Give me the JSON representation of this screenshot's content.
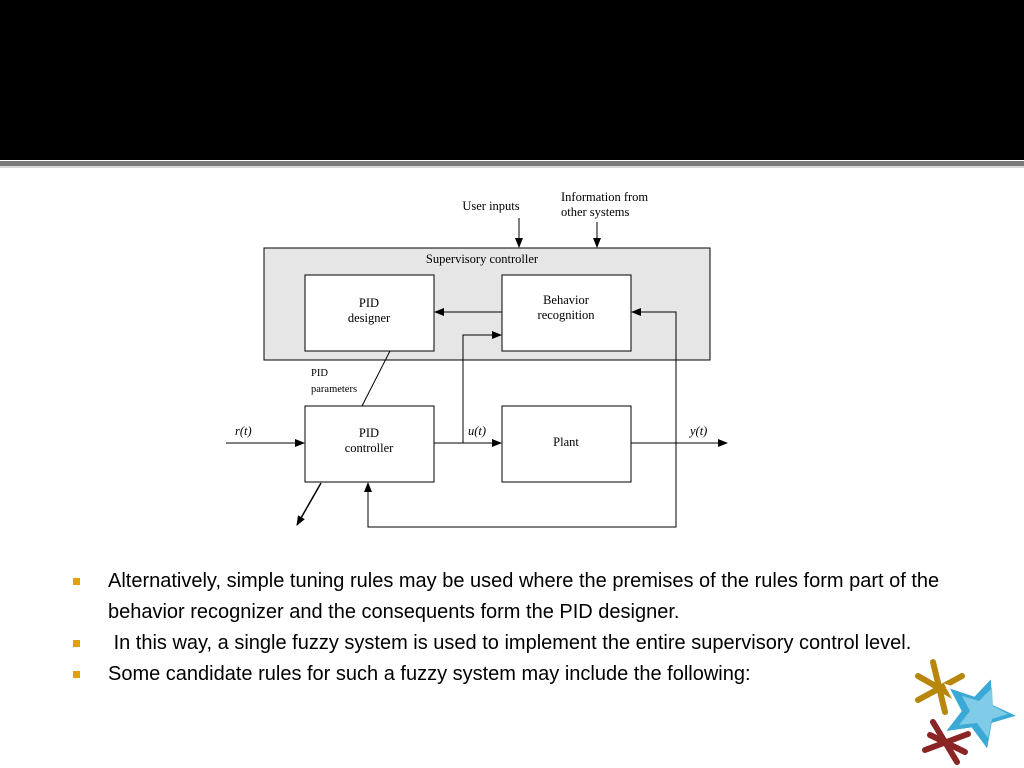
{
  "diagram": {
    "user_inputs": "User inputs",
    "information_from": "Information from",
    "other_systems": "other systems",
    "supervisory_controller": "Supervisory controller",
    "pid_designer_line1": "PID",
    "pid_designer_line2": "designer",
    "behavior_recognition_line1": "Behavior",
    "behavior_recognition_line2": "recognition",
    "pid_parameters_line1": "PID",
    "pid_parameters_line2": "parameters",
    "pid_controller_line1": "PID",
    "pid_controller_line2": "controller",
    "plant": "Plant",
    "r_t": "r(t)",
    "u_t": "u(t)",
    "y_t": "y(t)"
  },
  "bullets": [
    "Alternatively, simple tuning rules may be used where the premises of the rules form part of the behavior recognizer and the consequents form the PID designer.",
    " In this way, a single fuzzy system is used to implement the entire supervisory control level.",
    "Some candidate rules for such a fuzzy system may include the following:"
  ],
  "colors": {
    "header": "#000000",
    "bullet_marker": "#e0a010",
    "star_blue": "#3aa9d6",
    "asterisk_gold": "#b8860b",
    "asterisk_red": "#8b2525"
  }
}
